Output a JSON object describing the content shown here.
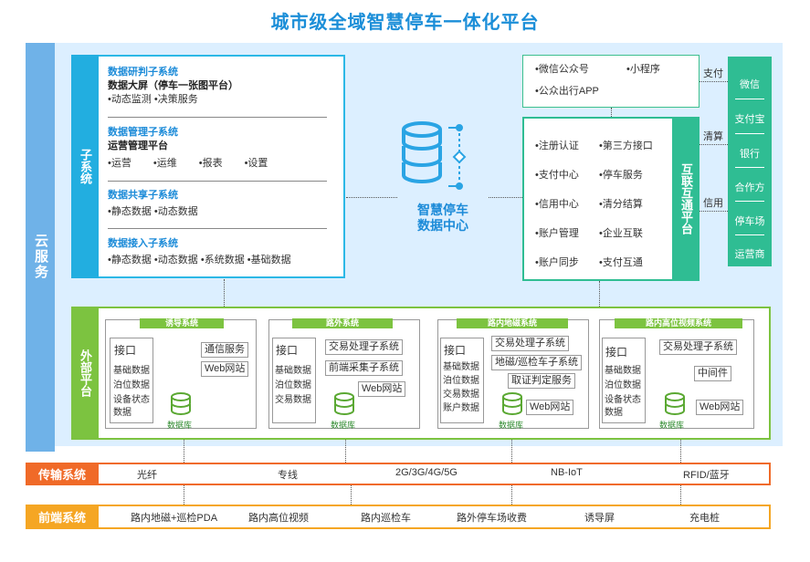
{
  "title": "城市级全域智慧停车一体化平台",
  "cloud_label": "云服务",
  "subsystems": {
    "label": "子系统",
    "sections": [
      {
        "header": "数据研判子系统",
        "bold": "数据大屏（停车一张图平台）",
        "items": [
          "•动态监测",
          "•决策服务"
        ]
      },
      {
        "header": "数据管理子系统",
        "bold": "运营管理平台",
        "items": [
          "•运营",
          "•运维",
          "•报表",
          "•设置"
        ]
      },
      {
        "header": "数据共享子系统",
        "bold": "",
        "items": [
          "•静态数据",
          "•动态数据"
        ]
      },
      {
        "header": "数据接入子系统",
        "bold": "",
        "items": [
          "•静态数据",
          "•动态数据",
          "•系统数据",
          "•基础数据"
        ]
      }
    ]
  },
  "center": {
    "line1": "智慧停车",
    "line2": "数据中心"
  },
  "top_box": {
    "items": [
      "•微信公众号",
      "•小程序",
      "•公众出行APP"
    ]
  },
  "interop": {
    "label": "互联互通平台",
    "items": [
      "•注册认证",
      "•第三方接口",
      "•支付中心",
      "•停车服务",
      "•信用中心",
      "•清分结算",
      "•账户管理",
      "•企业互联",
      "•账户同步",
      "•支付互通"
    ]
  },
  "connectors": {
    "pay": "支付",
    "clear": "清算",
    "credit": "信用"
  },
  "right_list": [
    "微信",
    "支付宝",
    "银行",
    "合作方",
    "停车场",
    "运营商"
  ],
  "external": {
    "label": "外部平台",
    "systems": [
      {
        "title": "诱导系统",
        "iface": "接口",
        "left": [
          "基础数据",
          "泊位数据",
          "设备状态",
          "数据"
        ],
        "right": [
          "通信服务",
          "Web网站"
        ],
        "db": "数据库"
      },
      {
        "title": "路外系统",
        "iface": "接口",
        "left": [
          "基础数据",
          "泊位数据",
          "交易数据"
        ],
        "right": [
          "交易处理子系统",
          "前端采集子系统",
          "Web网站"
        ],
        "db": "数据库"
      },
      {
        "title": "路内地磁系统",
        "iface": "接口",
        "left": [
          "基础数据",
          "泊位数据",
          "交易数据",
          "账户数据"
        ],
        "right": [
          "交易处理子系统",
          "地磁/巡检车子系统",
          "取证判定服务",
          "Web网站"
        ],
        "db": "数据库"
      },
      {
        "title": "路内高位视频系统",
        "iface": "接口",
        "left": [
          "基础数据",
          "泊位数据",
          "设备状态",
          "数据"
        ],
        "right": [
          "交易处理子系统",
          "中间件",
          "Web网站"
        ],
        "db": "数据库"
      }
    ]
  },
  "transport": {
    "label": "传输系统",
    "items": [
      "光纤",
      "专线",
      "2G/3G/4G/5G",
      "NB-IoT",
      "RFID/蓝牙"
    ]
  },
  "frontend": {
    "label": "前端系统",
    "items": [
      "路内地磁+巡检PDA",
      "路内高位视频",
      "路内巡检车",
      "路外停车场收费",
      "诱导屏",
      "充电桩"
    ]
  }
}
